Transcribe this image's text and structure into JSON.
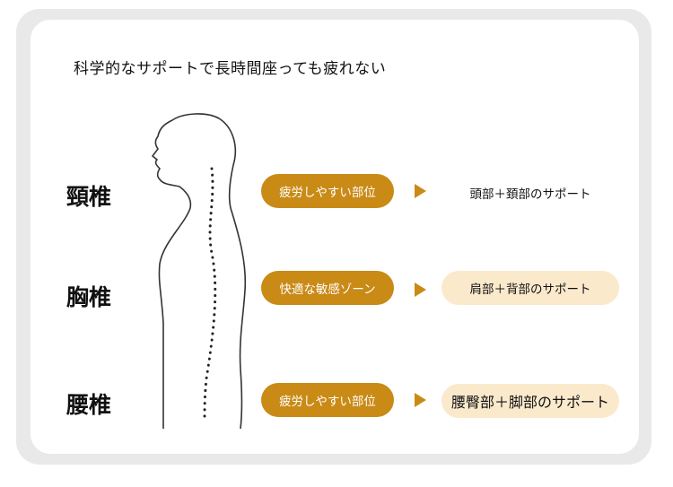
{
  "headline": "科学的なサポートで長時間座っても疲れない",
  "rows": [
    {
      "label": "頸椎",
      "tag": "疲労しやすい部位",
      "result": "頭部＋頚部のサポート"
    },
    {
      "label": "胸椎",
      "tag": "快適な敏感ゾーン",
      "result": "肩部＋背部のサポート"
    },
    {
      "label": "腰椎",
      "tag": "疲労しやすい部位",
      "result": "腰臀部＋脚部のサポート"
    }
  ],
  "colors": {
    "accent": "#c98a16",
    "highlight": "#fbe9cc",
    "frame": "#e9e9e9"
  },
  "icons": {
    "figure": "human-profile-spine-icon",
    "arrow": "play-triangle-icon"
  }
}
